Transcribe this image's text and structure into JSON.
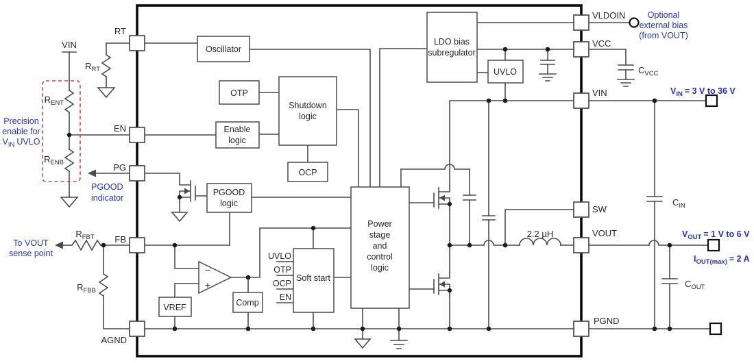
{
  "module": {
    "pins_left": [
      {
        "label": "RT"
      },
      {
        "label": "EN"
      },
      {
        "label": "PG"
      },
      {
        "label": "FB"
      },
      {
        "label": "AGND"
      }
    ],
    "pins_right": [
      {
        "label": "VLDOIN"
      },
      {
        "label": "VCC"
      },
      {
        "label": "VIN"
      },
      {
        "label": "SW"
      },
      {
        "label": "VOUT"
      },
      {
        "label": "PGND"
      }
    ],
    "blocks": {
      "oscillator": {
        "lines": [
          "Oscillator"
        ]
      },
      "otp": {
        "lines": [
          "OTP"
        ]
      },
      "shutdown": {
        "lines": [
          "Shutdown",
          "logic"
        ]
      },
      "enable": {
        "lines": [
          "Enable",
          "logic"
        ]
      },
      "ocp": {
        "lines": [
          "OCP"
        ]
      },
      "pgood": {
        "lines": [
          "PGOOD",
          "logic"
        ]
      },
      "vref": {
        "lines": [
          "VREF"
        ]
      },
      "comp": {
        "lines": [
          "Comp"
        ]
      },
      "soft_start": {
        "lines": [
          "Soft start"
        ]
      },
      "power_stage": {
        "lines": [
          "Power",
          "stage",
          "and",
          "control",
          "logic"
        ]
      },
      "ldo": {
        "lines": [
          "LDO bias",
          "subregulator"
        ]
      },
      "uvlo": {
        "lines": [
          "UVLO"
        ]
      }
    },
    "soft_start_inputs": [
      "UVLO",
      "OTP",
      "OCP",
      "EN"
    ],
    "error_amp": {
      "minus": "−",
      "plus": "+"
    },
    "inductor": {
      "value": "2.2 µH"
    }
  },
  "external": {
    "vin_node_label": "VIN",
    "resistors": {
      "r_rt": {
        "base": "R",
        "sub": "RT"
      },
      "r_ent": {
        "base": "R",
        "sub": "ENT"
      },
      "r_enb": {
        "base": "R",
        "sub": "ENB"
      },
      "r_fbt": {
        "base": "R",
        "sub": "FBT"
      },
      "r_fbb": {
        "base": "R",
        "sub": "FBB"
      }
    },
    "capacitors": {
      "c_vcc": {
        "base": "C",
        "sub": "VCC"
      },
      "c_in": {
        "base": "C",
        "sub": "IN"
      },
      "c_out": {
        "base": "C",
        "sub": "OUT"
      }
    },
    "annotations": {
      "optional_bias": {
        "lines": [
          "Optional",
          "external bias",
          "(from VOUT)"
        ]
      },
      "precision_enable": {
        "line1": "Precision",
        "line2": "enable for",
        "line3_base": "V",
        "line3_sub": "IN",
        "line3_rest": "UVLO"
      },
      "pgood_indicator": {
        "lines": [
          "PGOOD",
          "indicator"
        ]
      },
      "vout_sense": {
        "lines": [
          "To VOUT",
          "sense point"
        ]
      },
      "vin_range": {
        "base": "V",
        "sub": "IN",
        "rest": "= 3 V to 36 V"
      },
      "vout_range": {
        "base": "V",
        "sub": "OUT",
        "rest": "= 1 V to 6 V"
      },
      "iout_max": {
        "base": "I",
        "sub": "OUT(max)",
        "rest": "= 2 A"
      }
    }
  },
  "colors": {
    "wire": "#4a4a4a",
    "text": "#262626",
    "blue": "#2431c8",
    "red": "#e03c3f",
    "border": "#0a0a0a"
  }
}
